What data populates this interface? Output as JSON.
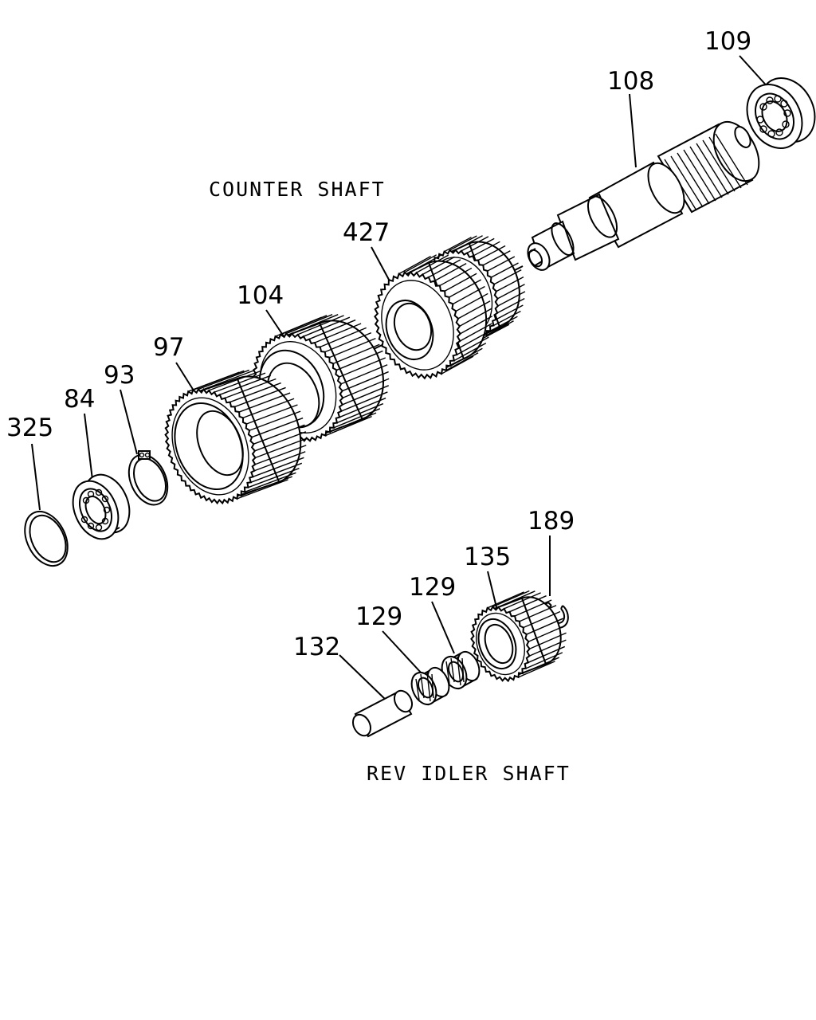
{
  "labels": {
    "counter_shaft": "COUNTER SHAFT",
    "rev_idler_shaft": "REV IDLER SHAFT"
  },
  "parts": {
    "p109": "109",
    "p108": "108",
    "p427": "427",
    "p104": "104",
    "p97": "97",
    "p93": "93",
    "p84": "84",
    "p325": "325",
    "p189": "189",
    "p135": "135",
    "p129a": "129",
    "p129b": "129",
    "p132": "132"
  }
}
